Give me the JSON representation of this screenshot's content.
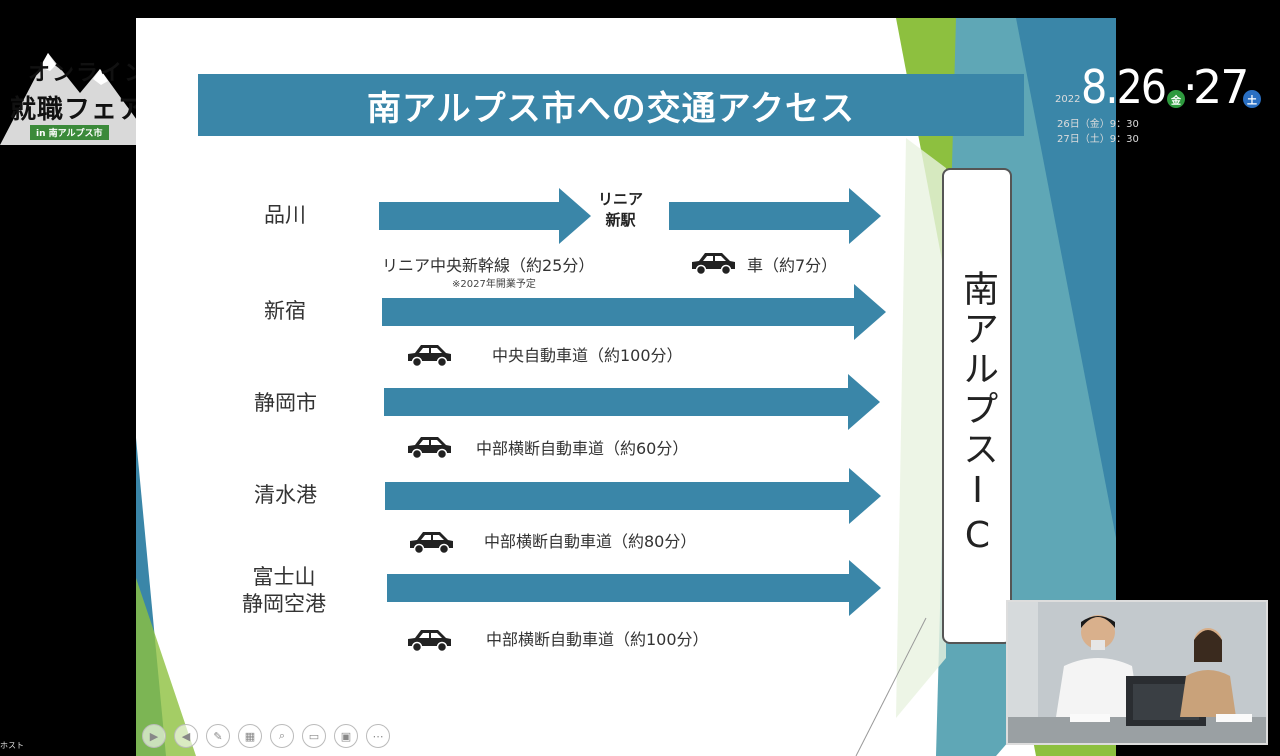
{
  "fair_logo": {
    "line1": "オンライン",
    "line2": "就職フェア",
    "line3": "in 南アルプス市"
  },
  "slide": {
    "title": "南アルプス市への交通アクセス",
    "destination": "南アルプスIC",
    "linear_station": [
      "リニア",
      "新駅"
    ],
    "routes": [
      {
        "origin": [
          "品川"
        ],
        "segments": [
          {
            "label": "リニア中央新幹線（約25分）",
            "note": "※2027年開業予定"
          },
          {
            "label": "車（約7分）"
          }
        ]
      },
      {
        "origin": [
          "新宿"
        ],
        "label": "中央自動車道（約100分）"
      },
      {
        "origin": [
          "静岡市"
        ],
        "label": "中部横断自動車道（約60分）"
      },
      {
        "origin": [
          "清水港"
        ],
        "label": "中部横断自動車道（約80分）"
      },
      {
        "origin": [
          "富士山",
          "静岡空港"
        ],
        "label": "中部横断自動車道（約100分）"
      }
    ],
    "colors": {
      "title_bar": "#3a86a8",
      "arrow": "#3a86a8",
      "accent_green": "#8dc03f",
      "accent_teal": "#5fa7b6"
    }
  },
  "event_date": {
    "year": "2022",
    "first": "8.26",
    "second": "27",
    "first_day": "金",
    "second_day": "土",
    "time1": "26日（金）9：30",
    "time2": "27日（土）9：30"
  },
  "toolbar": {
    "icons": [
      "play-icon",
      "back-icon",
      "pen-icon",
      "slides-icon",
      "zoom-icon",
      "subtitle-icon",
      "video-icon",
      "more-icon"
    ]
  },
  "bottom_label": "ホスト"
}
